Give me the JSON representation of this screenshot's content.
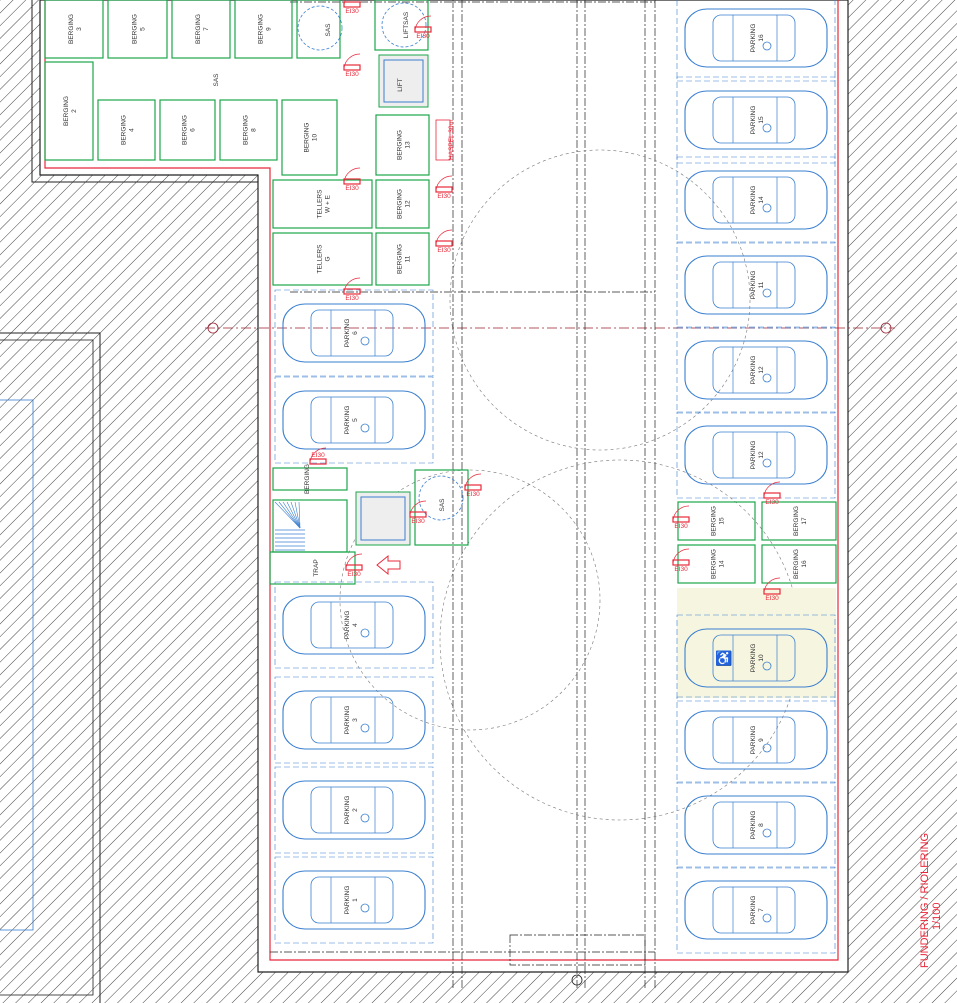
{
  "drawing": {
    "title": "FUNDERING / RIOLERING",
    "scale": "1/100"
  },
  "rooms": [
    {
      "label": "BERGING",
      "number": "3"
    },
    {
      "label": "BERGING",
      "number": "5"
    },
    {
      "label": "BERGING",
      "number": "7"
    },
    {
      "label": "BERGING",
      "number": "9"
    },
    {
      "label": "BERGING",
      "number": "2"
    },
    {
      "label": "BERGING",
      "number": "4"
    },
    {
      "label": "BERGING",
      "number": "6"
    },
    {
      "label": "BERGING",
      "number": "8"
    },
    {
      "label": "BERGING",
      "number": "10"
    },
    {
      "label": "BERGING",
      "number": "13"
    },
    {
      "label": "TELLERS",
      "number": "W + E"
    },
    {
      "label": "BERGING",
      "number": "12"
    },
    {
      "label": "TELLERS",
      "number": "G"
    },
    {
      "label": "BERGING",
      "number": "11"
    },
    {
      "label": "BERGING",
      "number": "15"
    },
    {
      "label": "BERGING",
      "number": "17"
    },
    {
      "label": "BERGING",
      "number": "14"
    },
    {
      "label": "BERGING",
      "number": "16"
    },
    {
      "label": "BERGING",
      "number": ""
    }
  ],
  "special_labels": [
    "SAS",
    "LIFTSAS",
    "LIFT",
    "SAS",
    "SAS",
    "TRAP",
    "HASPEL 30m"
  ],
  "door_ratings": [
    "EI30",
    "EI30",
    "EI30",
    "EI30",
    "EI30",
    "EI30",
    "EI30",
    "EI30",
    "EI30",
    "EI30",
    "EI30",
    "EI30",
    "EI30",
    "EI30",
    "EI30"
  ],
  "parking": [
    {
      "label": "PARKING",
      "number": "6"
    },
    {
      "label": "PARKING",
      "number": "5"
    },
    {
      "label": "PARKING",
      "number": "4"
    },
    {
      "label": "PARKING",
      "number": "3"
    },
    {
      "label": "PARKING",
      "number": "2"
    },
    {
      "label": "PARKING",
      "number": "1"
    },
    {
      "label": "PARKING",
      "number": "16"
    },
    {
      "label": "PARKING",
      "number": "15"
    },
    {
      "label": "PARKING",
      "number": "14"
    },
    {
      "label": "PARKING",
      "number": "11"
    },
    {
      "label": "PARKING",
      "number": "12"
    },
    {
      "label": "PARKING",
      "number": "12"
    },
    {
      "label": "PARKING",
      "number": "10",
      "accessible": true
    },
    {
      "label": "PARKING",
      "number": "9"
    },
    {
      "label": "PARKING",
      "number": "8"
    },
    {
      "label": "PARKING",
      "number": "7"
    }
  ],
  "colors": {
    "wall": "#e8283a",
    "room": "#1aa64a",
    "car": "#3a7fd0",
    "hatch": "#555555",
    "highlight": "#f6f6e0"
  }
}
